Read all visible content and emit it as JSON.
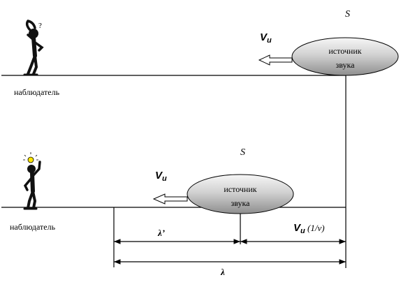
{
  "colors": {
    "line": "#000000",
    "ellipse_light": "#f4f4f4",
    "ellipse_dark": "#9a9a9a",
    "bulb": "#ffe600"
  },
  "scene_top": {
    "observer_label": "наблюдатель",
    "observer_symbol": "?",
    "source_letter": "S",
    "source_label_line1": "источник",
    "source_label_line2": "звука",
    "velocity_symbol": "V",
    "velocity_subscript": "u"
  },
  "scene_bottom": {
    "observer_label": "наблюдатель",
    "source_letter": "S",
    "source_label_line1": "источник",
    "source_label_line2": "звука",
    "velocity_symbol": "V",
    "velocity_subscript": "u"
  },
  "dimensions": {
    "lambda_prime": "λ’",
    "lambda": "λ",
    "vu_symbol": "V",
    "vu_subscript": "u",
    "vu_factor": " (1/ν)"
  }
}
